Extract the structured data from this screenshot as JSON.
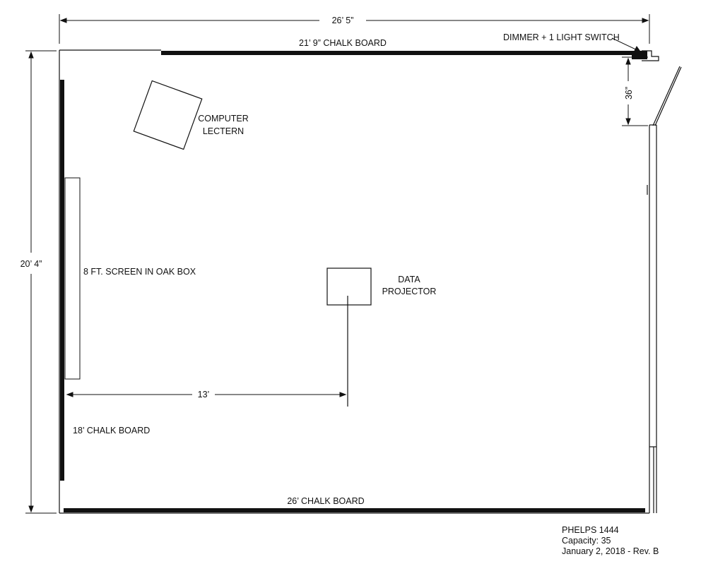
{
  "dimensions": {
    "room_width": "26’ 5”",
    "room_depth": "20’ 4”",
    "switch_offset": "36”",
    "projector_distance": "13’"
  },
  "labels": {
    "top_chalkboard": "21’ 9”  CHALK BOARD",
    "dimmer_switch": "DIMMER + 1 LIGHT SWITCH",
    "computer_lectern_line1": "COMPUTER",
    "computer_lectern_line2": "LECTERN",
    "screen": "8 FT. SCREEN IN OAK BOX",
    "data_projector_line1": "DATA",
    "data_projector_line2": "PROJECTOR",
    "left_chalkboard": "18’ CHALK BOARD",
    "bottom_chalkboard": "26’  CHALK BOARD"
  },
  "room_info": {
    "room_name": "PHELPS 1444",
    "capacity": "Capacity: 35",
    "revision": "January 2, 2018 - Rev. B"
  }
}
